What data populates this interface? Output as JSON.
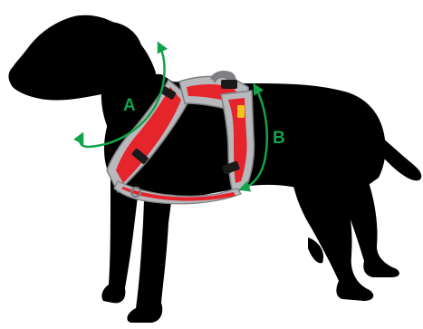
{
  "diagram": {
    "measurements": [
      {
        "id": "A",
        "label": "A",
        "meaning": "neck"
      },
      {
        "id": "B",
        "label": "B",
        "meaning": "chest"
      }
    ],
    "colors": {
      "silhouette": "#000000",
      "harness_red": "#e5242b",
      "harness_gray": "#b7b9bc",
      "harness_dark_gray": "#7d7f82",
      "buckle": "#1a1a1a",
      "tag": "#f4c21a",
      "measure_arrow": "#12a24a",
      "background": "#ffffff"
    },
    "icons": [
      "dog-silhouette",
      "harness",
      "measure-arrow"
    ]
  }
}
